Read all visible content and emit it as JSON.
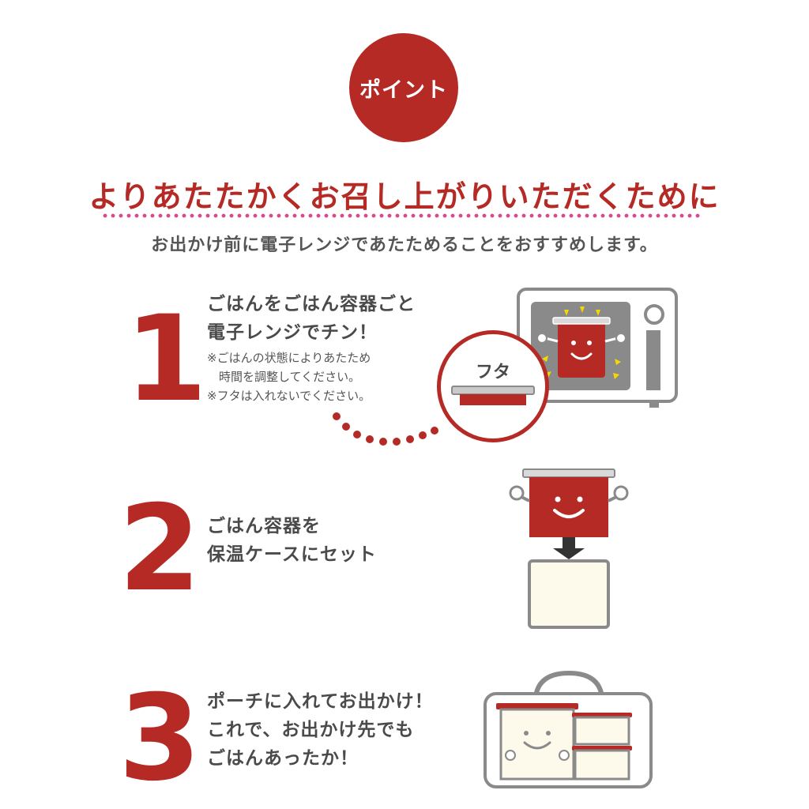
{
  "badge": {
    "label": "ポイント"
  },
  "headline": "よりあたたかくお召し上がりいただくために",
  "subline": "お出かけ前に電子レンジであたためることをおすすめします。",
  "colors": {
    "accent_red": "#b52a25",
    "dot_pink": "#d9488f",
    "gray": "#8a8a8a",
    "cream": "#fdfaec"
  },
  "steps": [
    {
      "number": "1",
      "lines": [
        "ごはんをごはん容器ごと",
        "電子レンジでチン！"
      ],
      "notes": [
        "※ごはんの状態によりあたため",
        "　時間を調整してください。",
        "※フタは入れないでください。"
      ],
      "lid_label": "フタ",
      "icon": "microwave-icon"
    },
    {
      "number": "2",
      "lines": [
        "ごはん容器を",
        "保温ケースにセット"
      ],
      "icon": "container-into-case-icon"
    },
    {
      "number": "3",
      "lines": [
        "ポーチに入れてお出かけ！",
        "これで、お出かけ先でも",
        "ごはんあったか！"
      ],
      "icon": "lunch-bag-icon"
    }
  ]
}
